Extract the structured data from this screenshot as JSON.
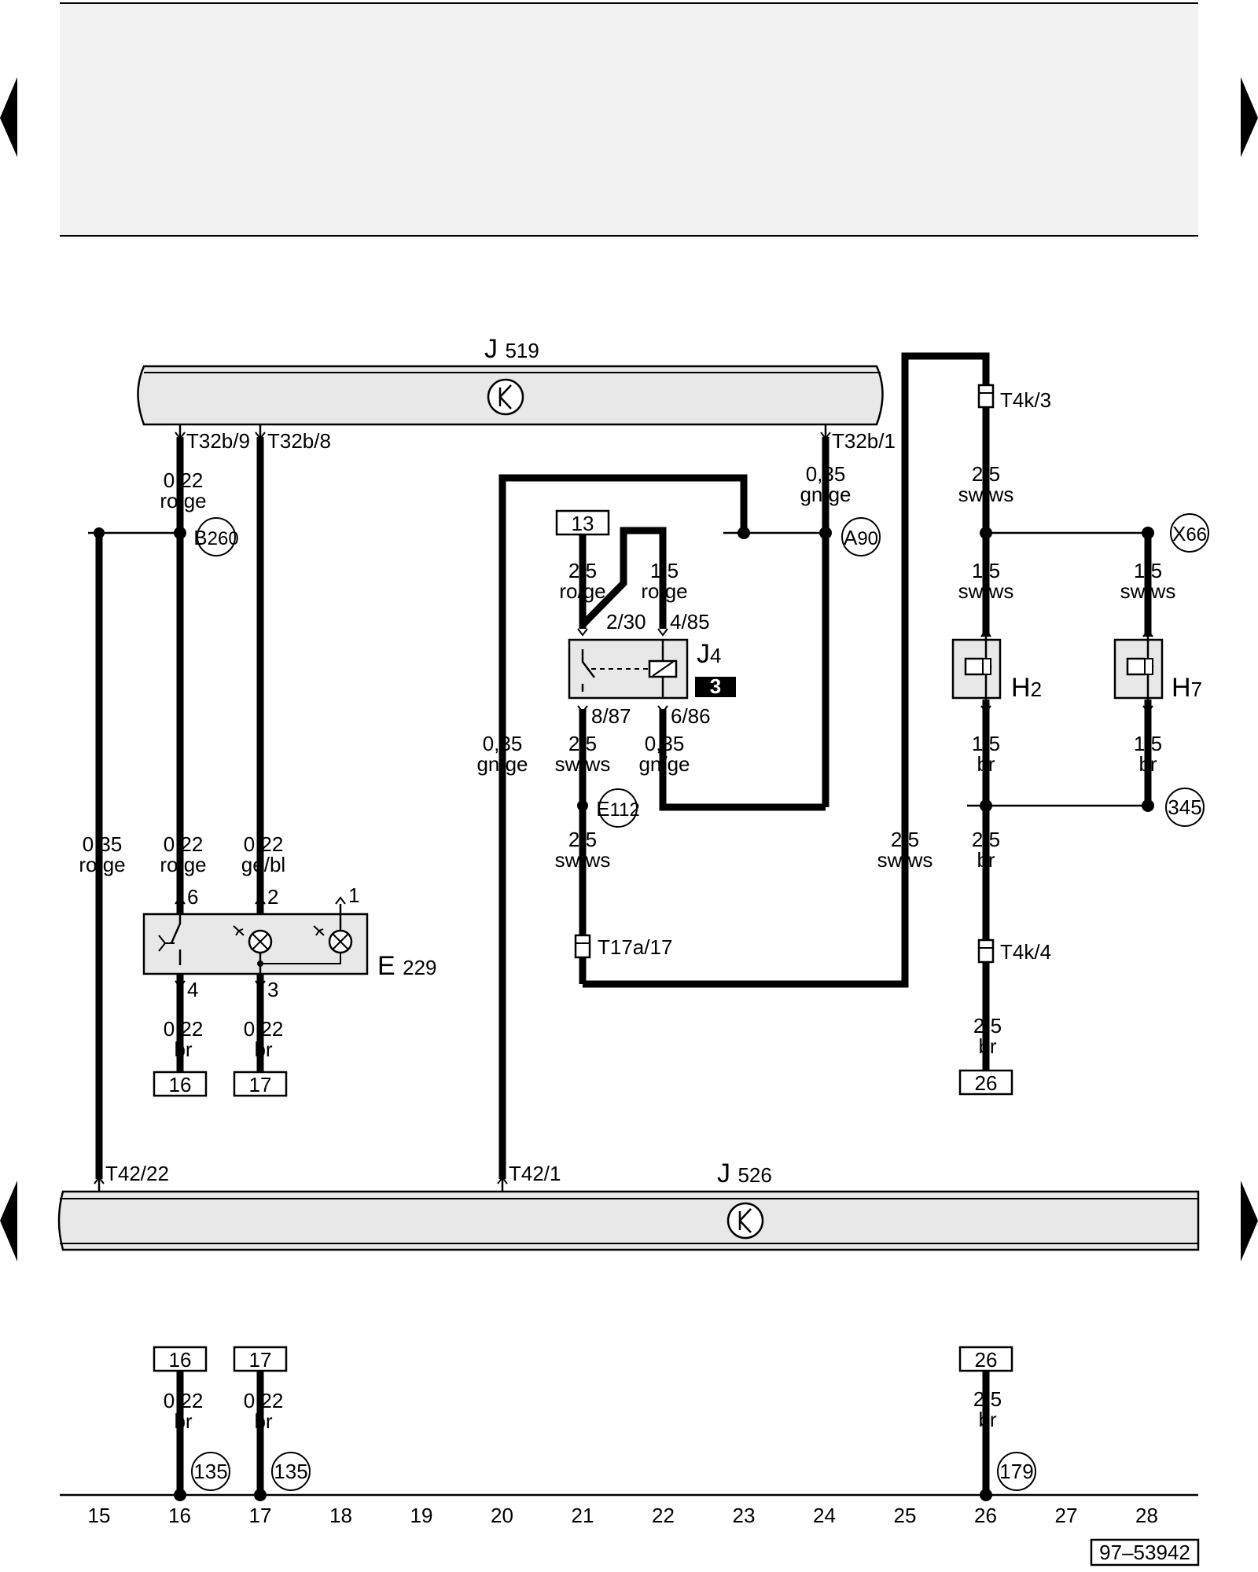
{
  "header": {},
  "control_units": {
    "top": {
      "name": "J",
      "number": "519"
    },
    "bottom": {
      "name": "J",
      "number": "526"
    }
  },
  "connectors": {
    "t32b9": "T32b/9",
    "t32b8": "T32b/8",
    "t32b1": "T32b/1",
    "t4k3": "T4k/3",
    "t4k4": "T4k/4",
    "t17a17": "T17a/17",
    "t42_22": "T42/22",
    "t42_1": "T42/1"
  },
  "components": {
    "relay": {
      "name": "J",
      "number": "4",
      "badge": "3",
      "pins": [
        "2/30",
        "4/85",
        "8/87",
        "6/86"
      ]
    },
    "switch_e229": {
      "name": "E",
      "number": "229",
      "pins": [
        "6",
        "2",
        "1",
        "4",
        "3"
      ]
    },
    "horn_h2": {
      "name": "H",
      "number": "2"
    },
    "horn_h7": {
      "name": "H",
      "number": "7"
    }
  },
  "junctions": {
    "b260": {
      "letter": "B",
      "number": "260"
    },
    "a90": {
      "letter": "A",
      "number": "90"
    },
    "x66": {
      "letter": "X",
      "number": "66"
    },
    "e112": {
      "letter": "E",
      "number": "112"
    },
    "g345": "345",
    "g135a": "135",
    "g135b": "135",
    "g179": "179"
  },
  "wires": {
    "w1": {
      "size": "0,22",
      "color": "ro/ge"
    },
    "w2": {
      "size": "0,35",
      "color": "gn/ge"
    },
    "w3": {
      "size": "2,5",
      "color": "sw/ws"
    },
    "w4": {
      "size": "2,5",
      "color": "ro/ge"
    },
    "w5": {
      "size": "1,5",
      "color": "ro/ge"
    },
    "w6": {
      "size": "1,5",
      "color": "sw/ws"
    },
    "w7": {
      "size": "1,5",
      "color": "sw/ws"
    },
    "w8": {
      "size": "0,35",
      "color": "gn/ge"
    },
    "w9": {
      "size": "2,5",
      "color": "sw/ws"
    },
    "w10": {
      "size": "0,35",
      "color": "gn/ge"
    },
    "w11": {
      "size": "1,5",
      "color": "br"
    },
    "w12": {
      "size": "1,5",
      "color": "br"
    },
    "w13": {
      "size": "0,35",
      "color": "ro/ge"
    },
    "w14": {
      "size": "0,22",
      "color": "ro/ge"
    },
    "w15": {
      "size": "0,22",
      "color": "ge/bl"
    },
    "w16": {
      "size": "2,5",
      "color": "sw/ws"
    },
    "w17": {
      "size": "2,5",
      "color": "sw/ws"
    },
    "w18": {
      "size": "2,5",
      "color": "br"
    },
    "w19": {
      "size": "0,22",
      "color": "br"
    },
    "w20": {
      "size": "0,22",
      "color": "br"
    },
    "w21": {
      "size": "2,5",
      "color": "br"
    },
    "w22": {
      "size": "0,22",
      "color": "br"
    },
    "w23": {
      "size": "0,22",
      "color": "br"
    },
    "w24": {
      "size": "2,5",
      "color": "br"
    }
  },
  "refs": {
    "r13": "13",
    "r16": "16",
    "r17": "17",
    "r26": "26",
    "r16b": "16",
    "r17b": "17",
    "r26b": "26"
  },
  "axis": {
    "track_numbers": [
      "15",
      "16",
      "17",
      "18",
      "19",
      "20",
      "21",
      "22",
      "23",
      "24",
      "25",
      "26",
      "27",
      "28"
    ]
  },
  "footer": {
    "code": "97–53942"
  }
}
